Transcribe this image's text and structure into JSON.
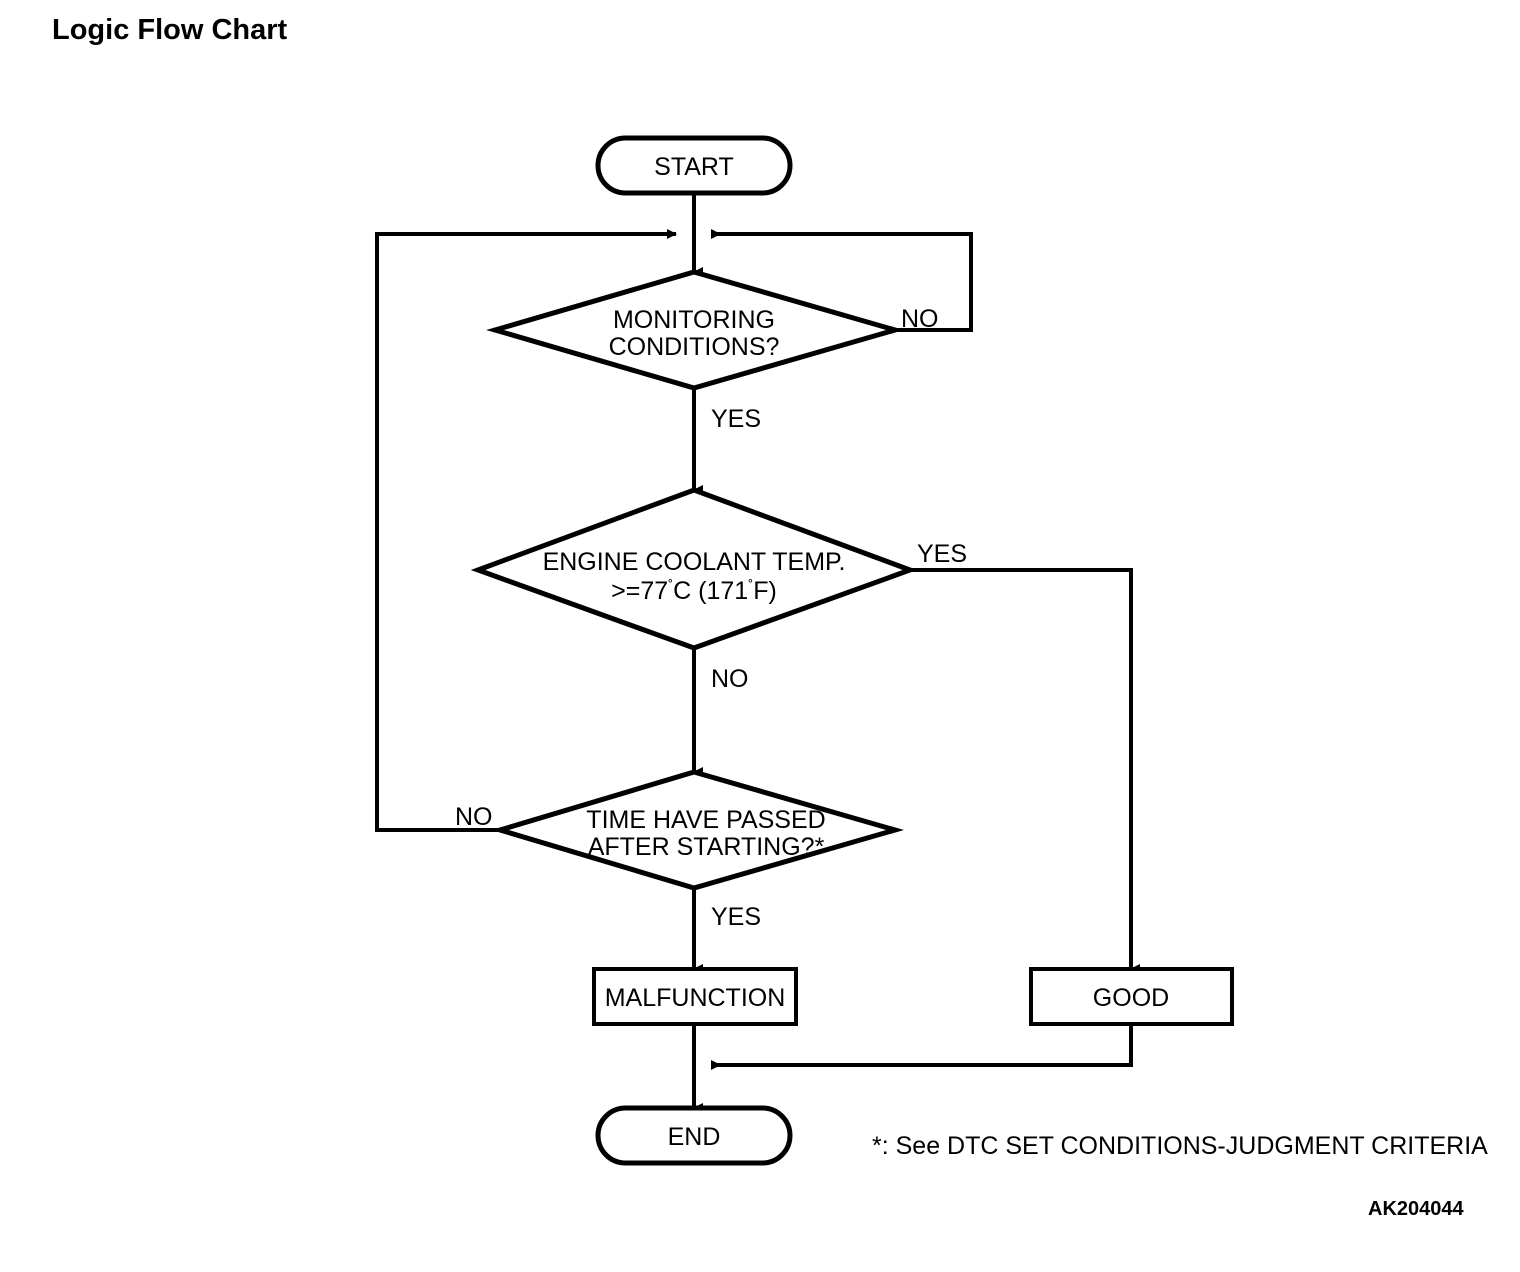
{
  "page": {
    "title": "Logic Flow Chart",
    "figure_code": "AK204044",
    "footnote": "*: See DTC SET CONDITIONS-JUDGMENT CRITERIA",
    "background_color": "#ffffff",
    "line_color": "#000000"
  },
  "chart_data": {
    "type": "flowchart",
    "title": "Logic Flow Chart",
    "nodes": [
      {
        "id": "start",
        "shape": "stadium",
        "label": "START"
      },
      {
        "id": "monitoring",
        "shape": "diamond",
        "label_line1": "MONITORING",
        "label_line2": "CONDITIONS?"
      },
      {
        "id": "coolant",
        "shape": "diamond",
        "label_line1": "ENGINE COOLANT TEMP.",
        "label_line2_prefix": ">=77",
        "label_line2_unit_c": "C (171",
        "label_line2_unit_f": "F)"
      },
      {
        "id": "time",
        "shape": "diamond",
        "label_line1": "TIME HAVE PASSED",
        "label_line2": "AFTER STARTING?*"
      },
      {
        "id": "malfunction",
        "shape": "rectangle",
        "label": "MALFUNCTION"
      },
      {
        "id": "good",
        "shape": "rectangle",
        "label": "GOOD"
      },
      {
        "id": "end",
        "shape": "stadium",
        "label": "END"
      }
    ],
    "edges": [
      {
        "from": "start",
        "to": "monitoring",
        "label": ""
      },
      {
        "from": "monitoring",
        "to": "monitoring",
        "label": "NO",
        "routing": "right-loop-back-to-entry"
      },
      {
        "from": "monitoring",
        "to": "coolant",
        "label": "YES"
      },
      {
        "from": "coolant",
        "to": "good",
        "label": "YES",
        "routing": "right-then-down"
      },
      {
        "from": "coolant",
        "to": "time",
        "label": "NO"
      },
      {
        "from": "time",
        "to": "monitoring",
        "label": "NO",
        "routing": "left-loop-back-to-entry"
      },
      {
        "from": "time",
        "to": "malfunction",
        "label": "YES"
      },
      {
        "from": "malfunction",
        "to": "end",
        "label": ""
      },
      {
        "from": "good",
        "to": "end",
        "label": "",
        "routing": "down-then-left-merge"
      }
    ],
    "edge_labels": {
      "monitoring_no": "NO",
      "monitoring_yes": "YES",
      "coolant_yes": "YES",
      "coolant_no": "NO",
      "time_no": "NO",
      "time_yes": "YES"
    }
  },
  "nodes": {
    "start": {
      "label": "START"
    },
    "monitoring": {
      "line1": "MONITORING",
      "line2": "CONDITIONS?"
    },
    "coolant": {
      "line1": "ENGINE COOLANT TEMP.",
      "line2_a": ">=77",
      "line2_b": "C (171",
      "line2_c": "F)"
    },
    "time": {
      "line1": "TIME HAVE PASSED",
      "line2": "AFTER STARTING?*"
    },
    "malfunction": {
      "label": "MALFUNCTION"
    },
    "good": {
      "label": "GOOD"
    },
    "end": {
      "label": "END"
    }
  },
  "labels": {
    "monitoring_no": "NO",
    "monitoring_yes": "YES",
    "coolant_yes": "YES",
    "coolant_no": "NO",
    "time_no": "NO",
    "time_yes": "YES"
  }
}
